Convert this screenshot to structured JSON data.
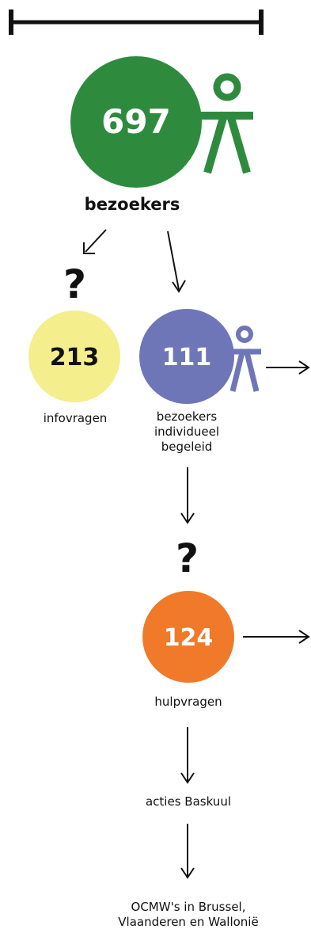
{
  "visitors": {
    "count": "697",
    "label": "bezoekers",
    "color": "#2e8b3e"
  },
  "info_requests": {
    "count": "213",
    "label": "infovragen",
    "color": "#f4ee8c",
    "question_mark": "?"
  },
  "individual": {
    "count": "111",
    "label_line1": "bezoekers",
    "label_line2": "individueel",
    "label_line3": "begeleid",
    "color": "#6f76b8"
  },
  "help_requests": {
    "count": "124",
    "label": "hulpvragen",
    "color": "#f07a2a",
    "question_mark": "?"
  },
  "actions": {
    "label": "acties Baskuul"
  },
  "destination": {
    "label_line1": "OCMW's in Brussel,",
    "label_line2": "Vlaanderen en Wallonië"
  },
  "icons": {
    "top_bar": "scale-bar-icon",
    "visitor_person": "person-icon",
    "individual_person": "person-icon",
    "arrows": "arrow-icon"
  }
}
